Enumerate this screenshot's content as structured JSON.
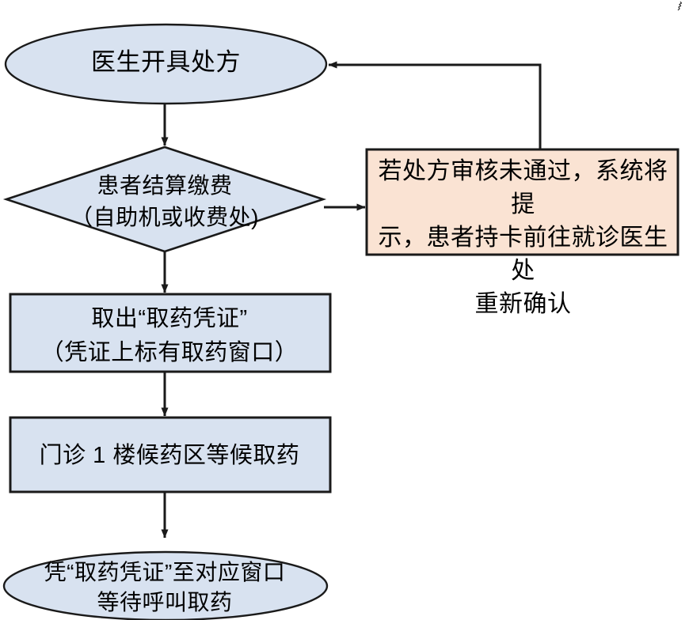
{
  "diagram": {
    "type": "flowchart",
    "orientation": "top-to-bottom",
    "title": "",
    "colors": {
      "process_fill": "#d8e2f0",
      "note_fill": "#fae3d3",
      "stroke": "#1a1a1a",
      "text": "#000000",
      "background": "#ffffff"
    },
    "nodes": [
      {
        "id": "start",
        "shape": "ellipse",
        "label": "医生开具处方",
        "fill": "#d8e2f0"
      },
      {
        "id": "decision",
        "shape": "diamond",
        "label": "患者结算缴费\n（自助机或收费处)",
        "fill": "#d8e2f0"
      },
      {
        "id": "note",
        "shape": "rectangle",
        "label": "若处方审核未通过，系统将提\n示，患者持卡前往就诊医生处\n重新确认",
        "fill": "#fae3d3"
      },
      {
        "id": "voucher",
        "shape": "rectangle",
        "label": "取出“取药凭证”\n（凭证上标有取药窗口）",
        "fill": "#d8e2f0"
      },
      {
        "id": "wait",
        "shape": "rectangle",
        "label": "门诊 1 楼候药区等候取药",
        "fill": "#d8e2f0"
      },
      {
        "id": "end",
        "shape": "ellipse",
        "label": "凭“取药凭证”至对应窗口\n等待呼叫取药",
        "fill": "#d8e2f0"
      }
    ],
    "edges": [
      {
        "id": "e1",
        "from": "start",
        "to": "decision",
        "label": "",
        "style": "solid-arrow"
      },
      {
        "id": "e2",
        "from": "decision",
        "to": "note",
        "label": "",
        "style": "solid-arrow"
      },
      {
        "id": "e3",
        "from": "note",
        "to": "start",
        "label": "",
        "style": "solid-arrow-feedback"
      },
      {
        "id": "e4",
        "from": "decision",
        "to": "voucher",
        "label": "",
        "style": "solid-arrow"
      },
      {
        "id": "e5",
        "from": "voucher",
        "to": "wait",
        "label": "",
        "style": "solid-arrow"
      },
      {
        "id": "e6",
        "from": "wait",
        "to": "end",
        "label": "",
        "style": "solid-arrow"
      }
    ]
  }
}
